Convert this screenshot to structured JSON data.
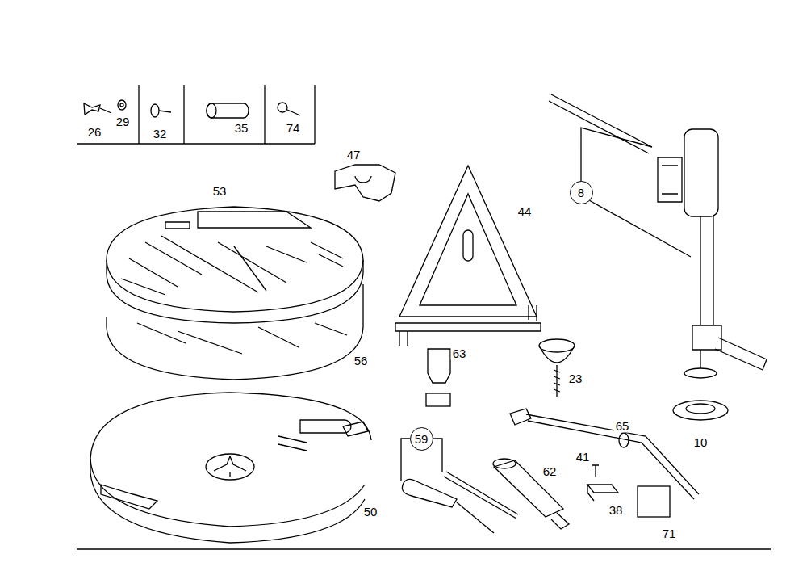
{
  "diagram": {
    "nodes": [
      {
        "text": [
          "8"
        ]
      },
      {
        "text": [
          "59"
        ]
      }
    ],
    "labels": [
      "26",
      "29",
      "32",
      "35",
      "74",
      "47",
      "53",
      "44",
      "63",
      "23",
      "56",
      "65",
      "41",
      "62",
      "38",
      "71",
      "50",
      "10"
    ]
  }
}
